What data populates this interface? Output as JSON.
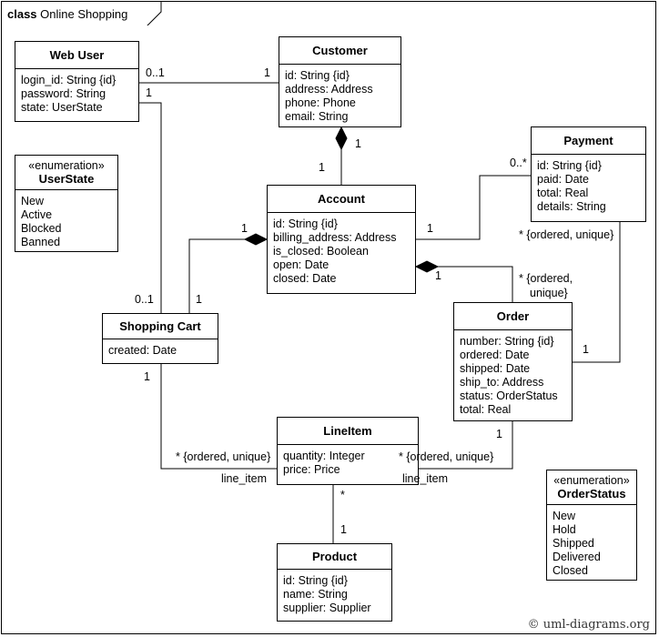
{
  "diagram": {
    "kind": "class",
    "title": "Online Shopping",
    "copyright": "© uml-diagrams.org"
  },
  "classes": {
    "web_user": {
      "name": "Web User",
      "attrs": [
        "login_id: String {id}",
        "password: String",
        "state: UserState"
      ]
    },
    "customer": {
      "name": "Customer",
      "attrs": [
        "id: String {id}",
        "address: Address",
        "phone: Phone",
        "email: String"
      ]
    },
    "user_state": {
      "stereotype": "«enumeration»",
      "name": "UserState",
      "attrs": [
        "New",
        "Active",
        "Blocked",
        "Banned"
      ]
    },
    "payment": {
      "name": "Payment",
      "attrs": [
        "id: String {id}",
        "paid: Date",
        "total: Real",
        "details: String"
      ]
    },
    "account": {
      "name": "Account",
      "attrs": [
        "id: String {id}",
        "billing_address: Address",
        "is_closed: Boolean",
        "open: Date",
        "closed: Date"
      ]
    },
    "shopping_cart": {
      "name": "Shopping Cart",
      "attrs": [
        "created: Date"
      ]
    },
    "order": {
      "name": "Order",
      "attrs": [
        "number: String {id}",
        "ordered: Date",
        "shipped: Date",
        "ship_to: Address",
        "status: OrderStatus",
        "total: Real"
      ]
    },
    "line_item": {
      "name": "LineItem",
      "attrs": [
        "quantity: Integer",
        "price: Price"
      ]
    },
    "product": {
      "name": "Product",
      "attrs": [
        "id: String {id}",
        "name: String",
        "supplier: Supplier"
      ]
    },
    "order_status": {
      "stereotype": "«enumeration»",
      "name": "OrderStatus",
      "attrs": [
        "New",
        "Hold",
        "Shipped",
        "Delivered",
        "Closed"
      ]
    }
  },
  "labels": {
    "wu_customer_wu": "0..1",
    "wu_customer_c": "1",
    "wu_cart_wu": "1",
    "wu_cart_cart": "0..1",
    "cust_acct_c": "1",
    "cust_acct_a": "1",
    "acct_cart_a": "1",
    "acct_cart_cart": "1",
    "acct_pay_a": "1",
    "acct_pay_p": "0..*",
    "acct_order_a": "1",
    "acct_order_o_1": "* {ordered,",
    "acct_order_o_2": "unique}",
    "pay_order_p": "* {ordered, unique}",
    "pay_order_o": "1",
    "cart_li_cart": "1",
    "cart_li_li": "* {ordered, unique}",
    "cart_li_role": "line_item",
    "order_li_o": "1",
    "order_li_li": "* {ordered, unique}",
    "order_li_role": "line_item",
    "li_prod_li": "*",
    "li_prod_p": "1"
  }
}
